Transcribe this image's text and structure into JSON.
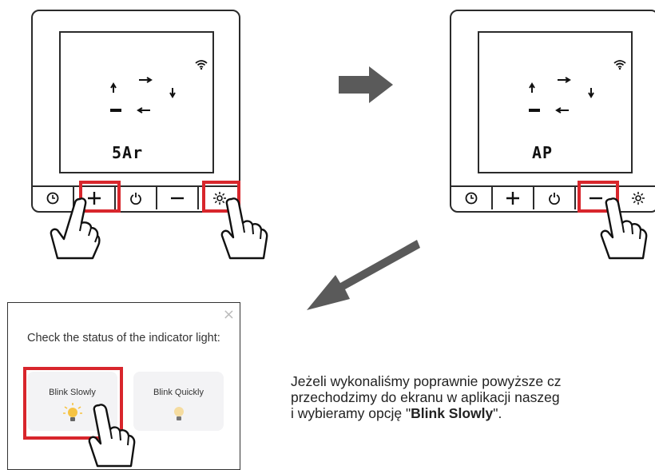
{
  "device_left": {
    "display_text": "5Ar",
    "buttons": [
      "clock-icon",
      "plus-icon",
      "power-icon",
      "minus-icon",
      "sun-icon"
    ],
    "highlighted": [
      "plus",
      "sun"
    ]
  },
  "device_right": {
    "display_text": "AP",
    "buttons": [
      "clock-icon",
      "plus-icon",
      "power-icon",
      "minus-icon",
      "sun-icon"
    ],
    "highlighted": [
      "minus"
    ]
  },
  "dialog": {
    "title": "Check the status of the indicator light:",
    "close_glyph": "×",
    "options": [
      {
        "label": "Blink Slowly",
        "selected": true
      },
      {
        "label": "Blink Quickly",
        "selected": false
      }
    ]
  },
  "caption": {
    "line1": "Jeżeli wykonaliśmy poprawnie powyższe cz",
    "line2": "przechodzimy do ekranu w aplikacji naszeg",
    "line3_prefix": "i wybieramy opcję \"",
    "line3_bold": "Blink Slowly",
    "line3_suffix": "\"."
  },
  "colors": {
    "highlight": "#d8262c",
    "arrow": "#5a5a5a",
    "outline": "#2b2b2b",
    "card": "#f3f3f5",
    "bulb_on": "#f6c343",
    "bulb_off": "#f5dca0"
  }
}
